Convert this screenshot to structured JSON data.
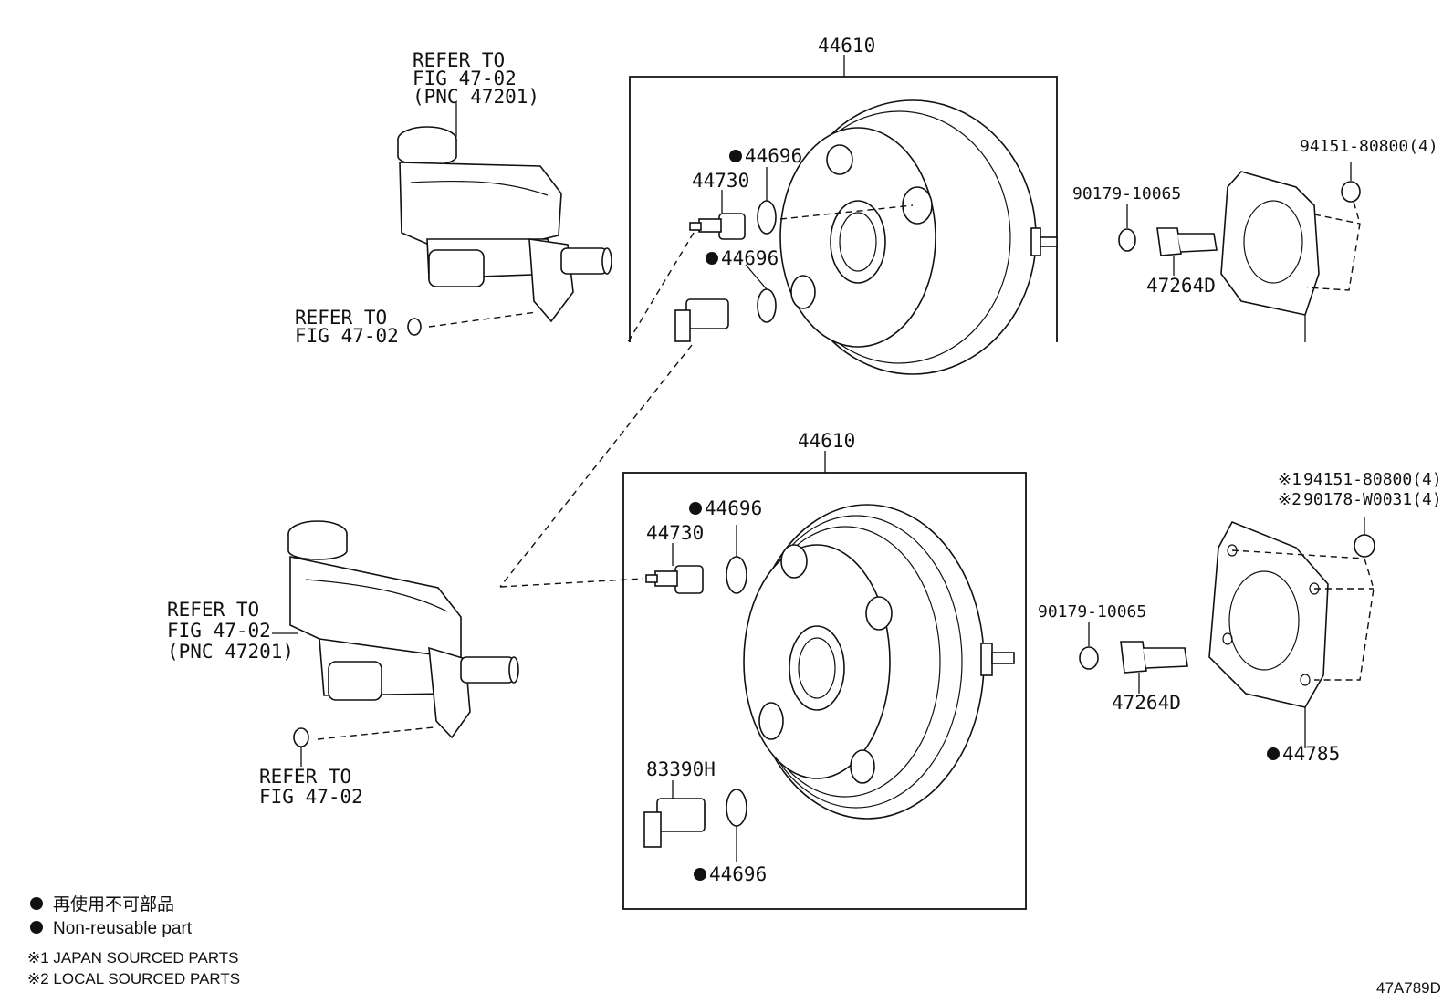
{
  "top_section": {
    "refer_master_cylinder": [
      "REFER TO",
      "FIG 47-02",
      "(PNC 47201)"
    ],
    "refer_bolt": [
      "REFER TO",
      "FIG 47-02"
    ],
    "booster_label": "44610",
    "seal_upper": "44696",
    "seal_lower": "44696",
    "check_valve": "44730",
    "nut_label": "90179-10065",
    "bracket_label": "47264D",
    "gasket_nut_label": "94151-80800(4)"
  },
  "bottom_section": {
    "refer_master_cylinder": [
      "REFER TO",
      "FIG 47-02",
      "(PNC 47201)"
    ],
    "refer_bolt": [
      "REFER TO",
      "FIG 47-02"
    ],
    "booster_label": "44610",
    "seal_upper": "44696",
    "check_valve": "44730",
    "sensor_label": "83390H",
    "seal_lower": "44696",
    "nut_label": "90179-10065",
    "bracket_label": "47264D",
    "gasket_nut_label_1": "94151-80800(4)",
    "gasket_nut_label_2": "90178-W0031(4)",
    "note_mark_1": "※1",
    "note_mark_2": "※2",
    "gasket_label": "44785"
  },
  "legend": {
    "item_jp": "再使用不可部品",
    "item_en": "Non-reusable part",
    "note_1": "※1 JAPAN SOURCED PARTS",
    "note_2": "※2 LOCAL SOURCED PARTS"
  },
  "figure_id": "47A789D"
}
